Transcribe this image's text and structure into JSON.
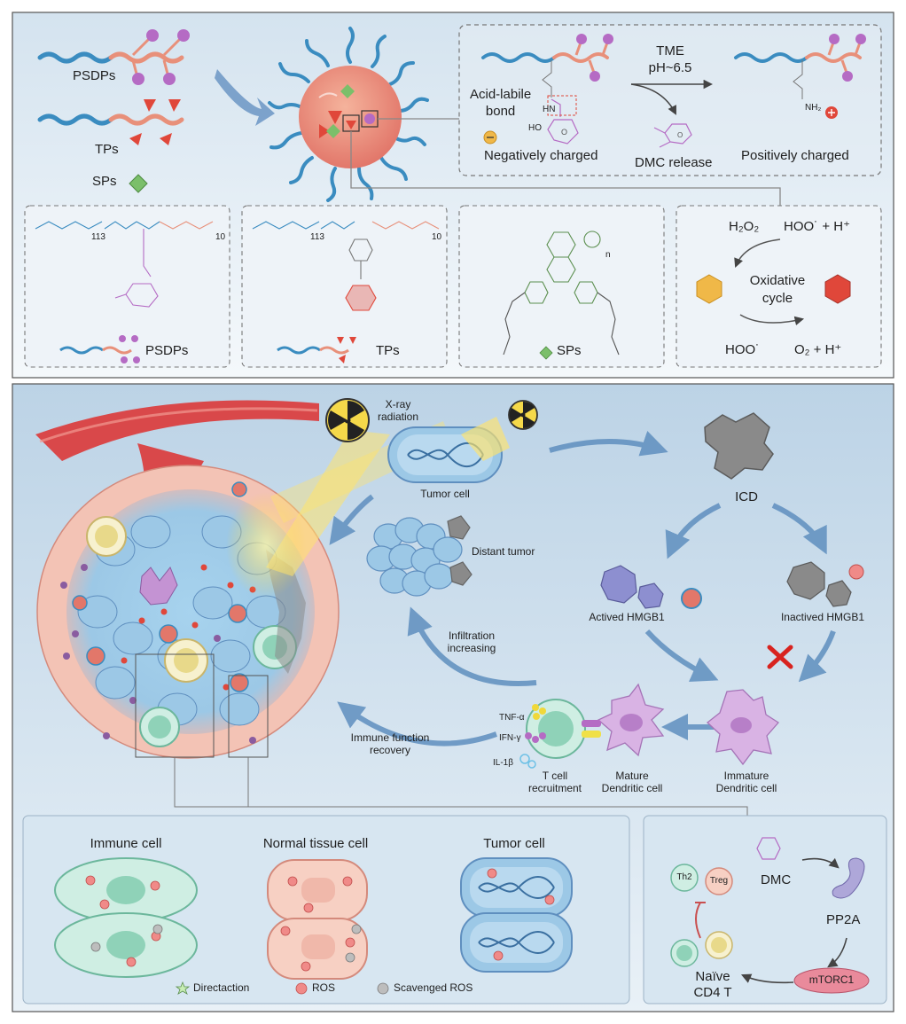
{
  "top_panel": {
    "psdps": "PSDPs",
    "tps": "TPs",
    "sps": "SPs",
    "acid_labile_bond": "Acid-labile\nbond",
    "tme": "TME",
    "ph": "pH~6.5",
    "negatively_charged": "Negatively charged",
    "dmc_release": "DMC release",
    "positively_charged": "Positively charged",
    "ho": "HO",
    "hn": "HN",
    "nh2": "NH₂",
    "struct_psdps": "PSDPs",
    "struct_tps": "TPs",
    "struct_sps": "SPs",
    "h2o2": "H₂O₂",
    "hoo_top": "HOO˙ + H⁺",
    "oxidative_cycle": "Oxidative\ncycle",
    "hoo_bottom": "HOO˙",
    "o2_h": "O₂ + H⁺",
    "sub_113": "113",
    "sub_10": "10",
    "sub_n": "n"
  },
  "bottom_panel": {
    "xray": "X-ray\nradiation",
    "tumor_cell": "Tumor cell",
    "icd": "ICD",
    "distant_tumor": "Distant tumor",
    "actived_hmgb1": "Actived HMGB1",
    "inactived_hmgb1": "Inactived HMGB1",
    "infiltration": "Infiltration\nincreasing",
    "immune_recovery": "Immune function\nrecovery",
    "tnf": "TNF-α",
    "ifn": "IFN-γ",
    "il1b": "IL-1β",
    "t_cell_recruitment": "T cell\nrecruitment",
    "mature_dc": "Mature\nDendritic cell",
    "immature_dc": "Immature\nDendritic cell"
  },
  "inset_cells": {
    "immune_cell": "Immune cell",
    "normal_tissue_cell": "Normal tissue cell",
    "tumor_cell": "Tumor cell",
    "legend_directaction": "Directaction",
    "legend_ros": "ROS",
    "legend_scavenged": "Scavenged ROS"
  },
  "inset_pathway": {
    "th2": "Th2",
    "treg": "Treg",
    "dmc": "DMC",
    "pp2a": "PP2A",
    "mtorc1": "mTORC1",
    "naive": "Naïve\nCD4 T"
  },
  "colors": {
    "panel_bg_top": "#e8f0f6",
    "panel_bg_bottom": "#c8dbea",
    "blue_chain": "#3a8cc0",
    "orange_chain": "#e8907a",
    "purple": "#b56bc4",
    "red": "#e0473a",
    "green": "#7bbf6a",
    "vessel_red": "#d9484a"
  }
}
